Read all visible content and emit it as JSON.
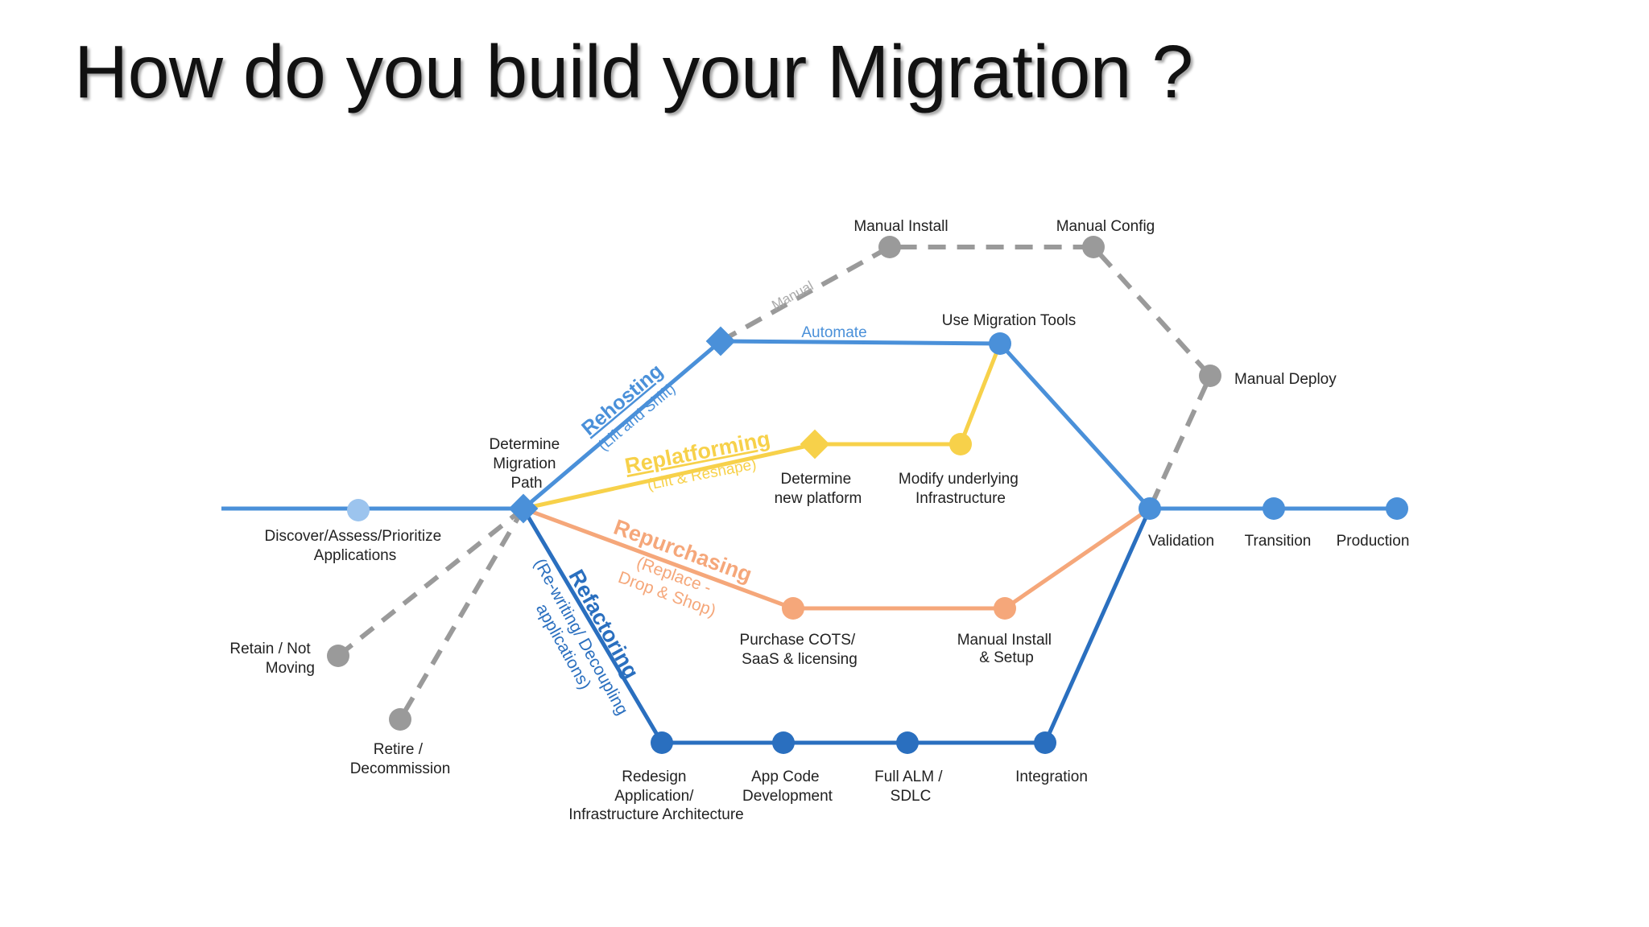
{
  "slide": {
    "title": "How do you build your Migration ?"
  },
  "colors": {
    "rehost": "#4a90d9",
    "replatform": "#f7d14a",
    "repurchase": "#f5a77a",
    "refactor": "#2a6fbf",
    "manual": "#9a9a9a",
    "main": "#4a90d9",
    "light_node": "#9cc4ee",
    "label": "#222222"
  },
  "diagram": {
    "nodes": {
      "discover": [
        "Discover/Assess/Prioritize",
        "Applications"
      ],
      "determine_path": [
        "Determine",
        "Migration",
        "Path"
      ],
      "retain": [
        "Retain / Not",
        "Moving"
      ],
      "retire": [
        "Retire /",
        "Decommission"
      ],
      "manual_install_top": "Manual Install",
      "manual_config": "Manual Config",
      "manual_deploy": "Manual Deploy",
      "use_migration_tools": "Use Migration Tools",
      "determine_platform": [
        "Determine",
        "new platform"
      ],
      "modify_infra": [
        "Modify underlying",
        "Infrastructure"
      ],
      "purchase_cots": [
        "Purchase COTS/",
        "SaaS & licensing"
      ],
      "manual_install_setup": [
        "Manual Install",
        "& Setup"
      ],
      "redesign": [
        "Redesign",
        "Application/",
        "Infrastructure Architecture"
      ],
      "app_code": [
        "App Code",
        "Development"
      ],
      "full_alm": [
        "Full ALM /",
        "SDLC"
      ],
      "integration": "Integration",
      "validation": "Validation",
      "transition": "Transition",
      "production": "Production"
    },
    "edge_labels": {
      "manual": "Manual",
      "automate": "Automate"
    },
    "strategies": {
      "rehosting": {
        "name": "Rehosting",
        "sub": "(Lift and Shift)"
      },
      "replatforming": {
        "name": "Replatforming",
        "sub": "(Lift & Reshape)"
      },
      "repurchasing": {
        "name": "Repurchasing",
        "sub": [
          "(Replace -",
          "Drop & Shop)"
        ]
      },
      "refactoring": {
        "name": "Refactoring",
        "sub": [
          "(Re-writing/ Decoupling",
          "applications)"
        ]
      }
    }
  }
}
